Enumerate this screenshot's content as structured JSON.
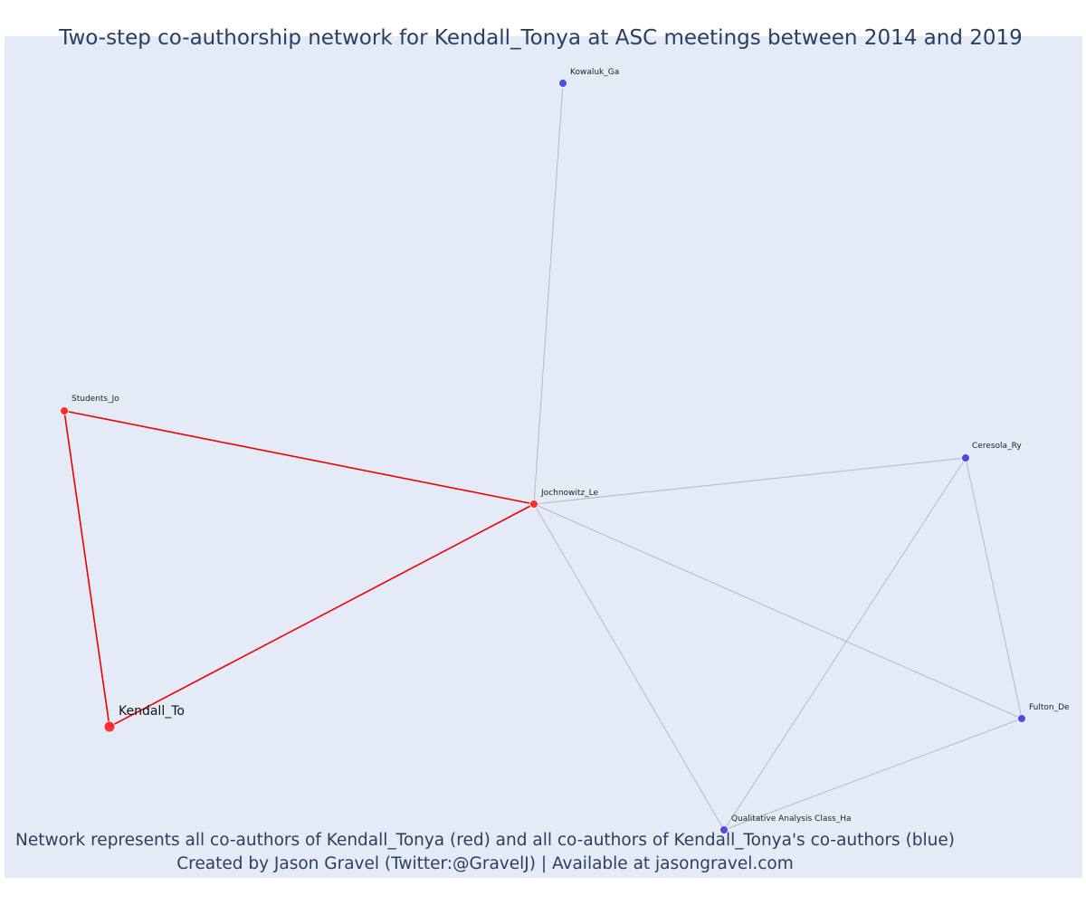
{
  "title": "Two-step co-authorship network for Kendall_Tonya at ASC meetings between 2014 and 2019",
  "footer": {
    "line1": "Network represents all co-authors of Kendall_Tonya (red) and all co-authors of Kendall_Tonya's co-authors (blue)",
    "line2": "Created by Jason Gravel (Twitter:@GravelJ) | Available at jasongravel.com"
  },
  "colors": {
    "background": "#e5ebf6",
    "title_text": "#2a3f5f",
    "red_node": "#ff2020",
    "blue_node": "#3a3ee8",
    "red_edge": "#ee0000",
    "grey_edge": "#b5b8c8"
  },
  "network": {
    "nodes": [
      {
        "id": "kendall",
        "label": "Kendall_To",
        "group": "ego"
      },
      {
        "id": "students",
        "label": "Students_Jo",
        "group": "coauthor"
      },
      {
        "id": "jochnowitz",
        "label": "Jochnowitz_Le",
        "group": "coauthor"
      },
      {
        "id": "kowaluk",
        "label": "Kowaluk_Ga",
        "group": "second-step"
      },
      {
        "id": "ceresola",
        "label": "Ceresola_Ry",
        "group": "second-step"
      },
      {
        "id": "fulton",
        "label": "Fulton_De",
        "group": "second-step"
      },
      {
        "id": "qualitative",
        "label": "Qualitative Analysis Class_Ha",
        "group": "second-step"
      }
    ],
    "edges": [
      {
        "source": "kendall",
        "target": "students",
        "type": "ego"
      },
      {
        "source": "kendall",
        "target": "jochnowitz",
        "type": "ego"
      },
      {
        "source": "students",
        "target": "jochnowitz",
        "type": "ego"
      },
      {
        "source": "jochnowitz",
        "target": "kowaluk",
        "type": "other"
      },
      {
        "source": "jochnowitz",
        "target": "ceresola",
        "type": "other"
      },
      {
        "source": "jochnowitz",
        "target": "fulton",
        "type": "other"
      },
      {
        "source": "jochnowitz",
        "target": "qualitative",
        "type": "other"
      },
      {
        "source": "ceresola",
        "target": "fulton",
        "type": "other"
      },
      {
        "source": "ceresola",
        "target": "qualitative",
        "type": "other"
      },
      {
        "source": "fulton",
        "target": "qualitative",
        "type": "other"
      }
    ]
  }
}
